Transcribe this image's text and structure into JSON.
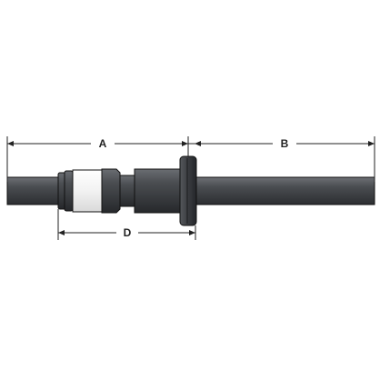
{
  "dimensions": {
    "a_label": "A",
    "b_label": "B",
    "d_label": "D"
  },
  "colors": {
    "background": "#ffffff",
    "dimension_line": "#222222",
    "body_dark": "#3b3d40",
    "body_mid": "#5a5d61",
    "body_light": "#7e8186",
    "collar_white": "#f4f4f4",
    "outline": "#111111"
  }
}
